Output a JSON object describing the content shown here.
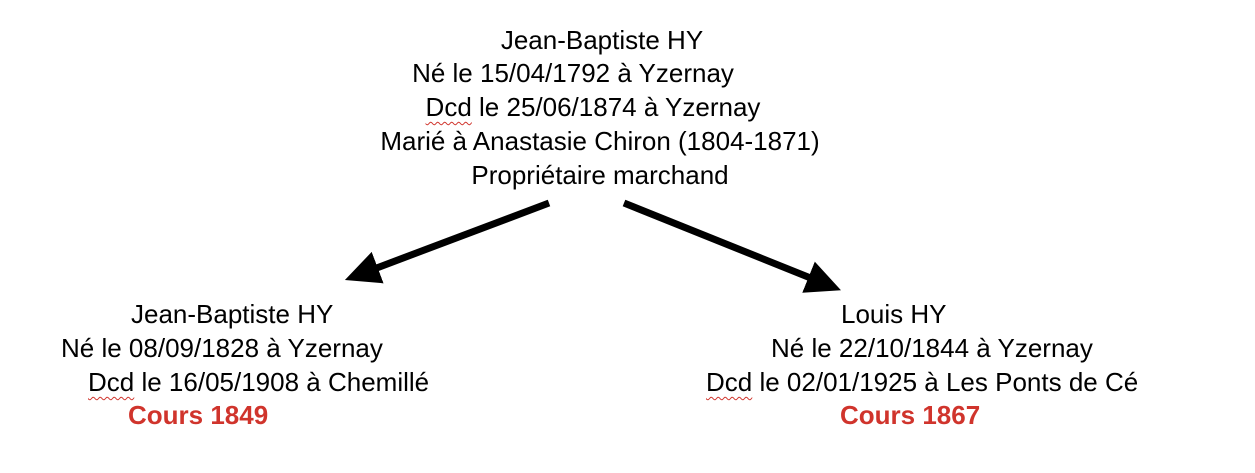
{
  "parent": {
    "name": "Jean-Baptiste HY",
    "birth": "Né le 15/04/1792 à Yzernay",
    "death_abbr": "Dcd",
    "death_rest": " le 25/06/1874 à Yzernay",
    "marriage": "Marié à Anastasie Chiron (1804-1871)",
    "occupation": "Propriétaire marchand"
  },
  "children": [
    {
      "name": "Jean-Baptiste HY",
      "birth": "Né le 08/09/1828 à Yzernay",
      "death_abbr": "Dcd",
      "death_rest": " le 16/05/1908 à Chemillé",
      "note": "Cours 1849"
    },
    {
      "name": "Louis HY",
      "birth": "Né le 22/10/1844 à Yzernay",
      "death_abbr": "Dcd",
      "death_rest": " le 02/01/1925 à Les Ponts de Cé",
      "note": "Cours 1867"
    }
  ],
  "colors": {
    "note": "#d0342c",
    "arrow": "#000000"
  }
}
